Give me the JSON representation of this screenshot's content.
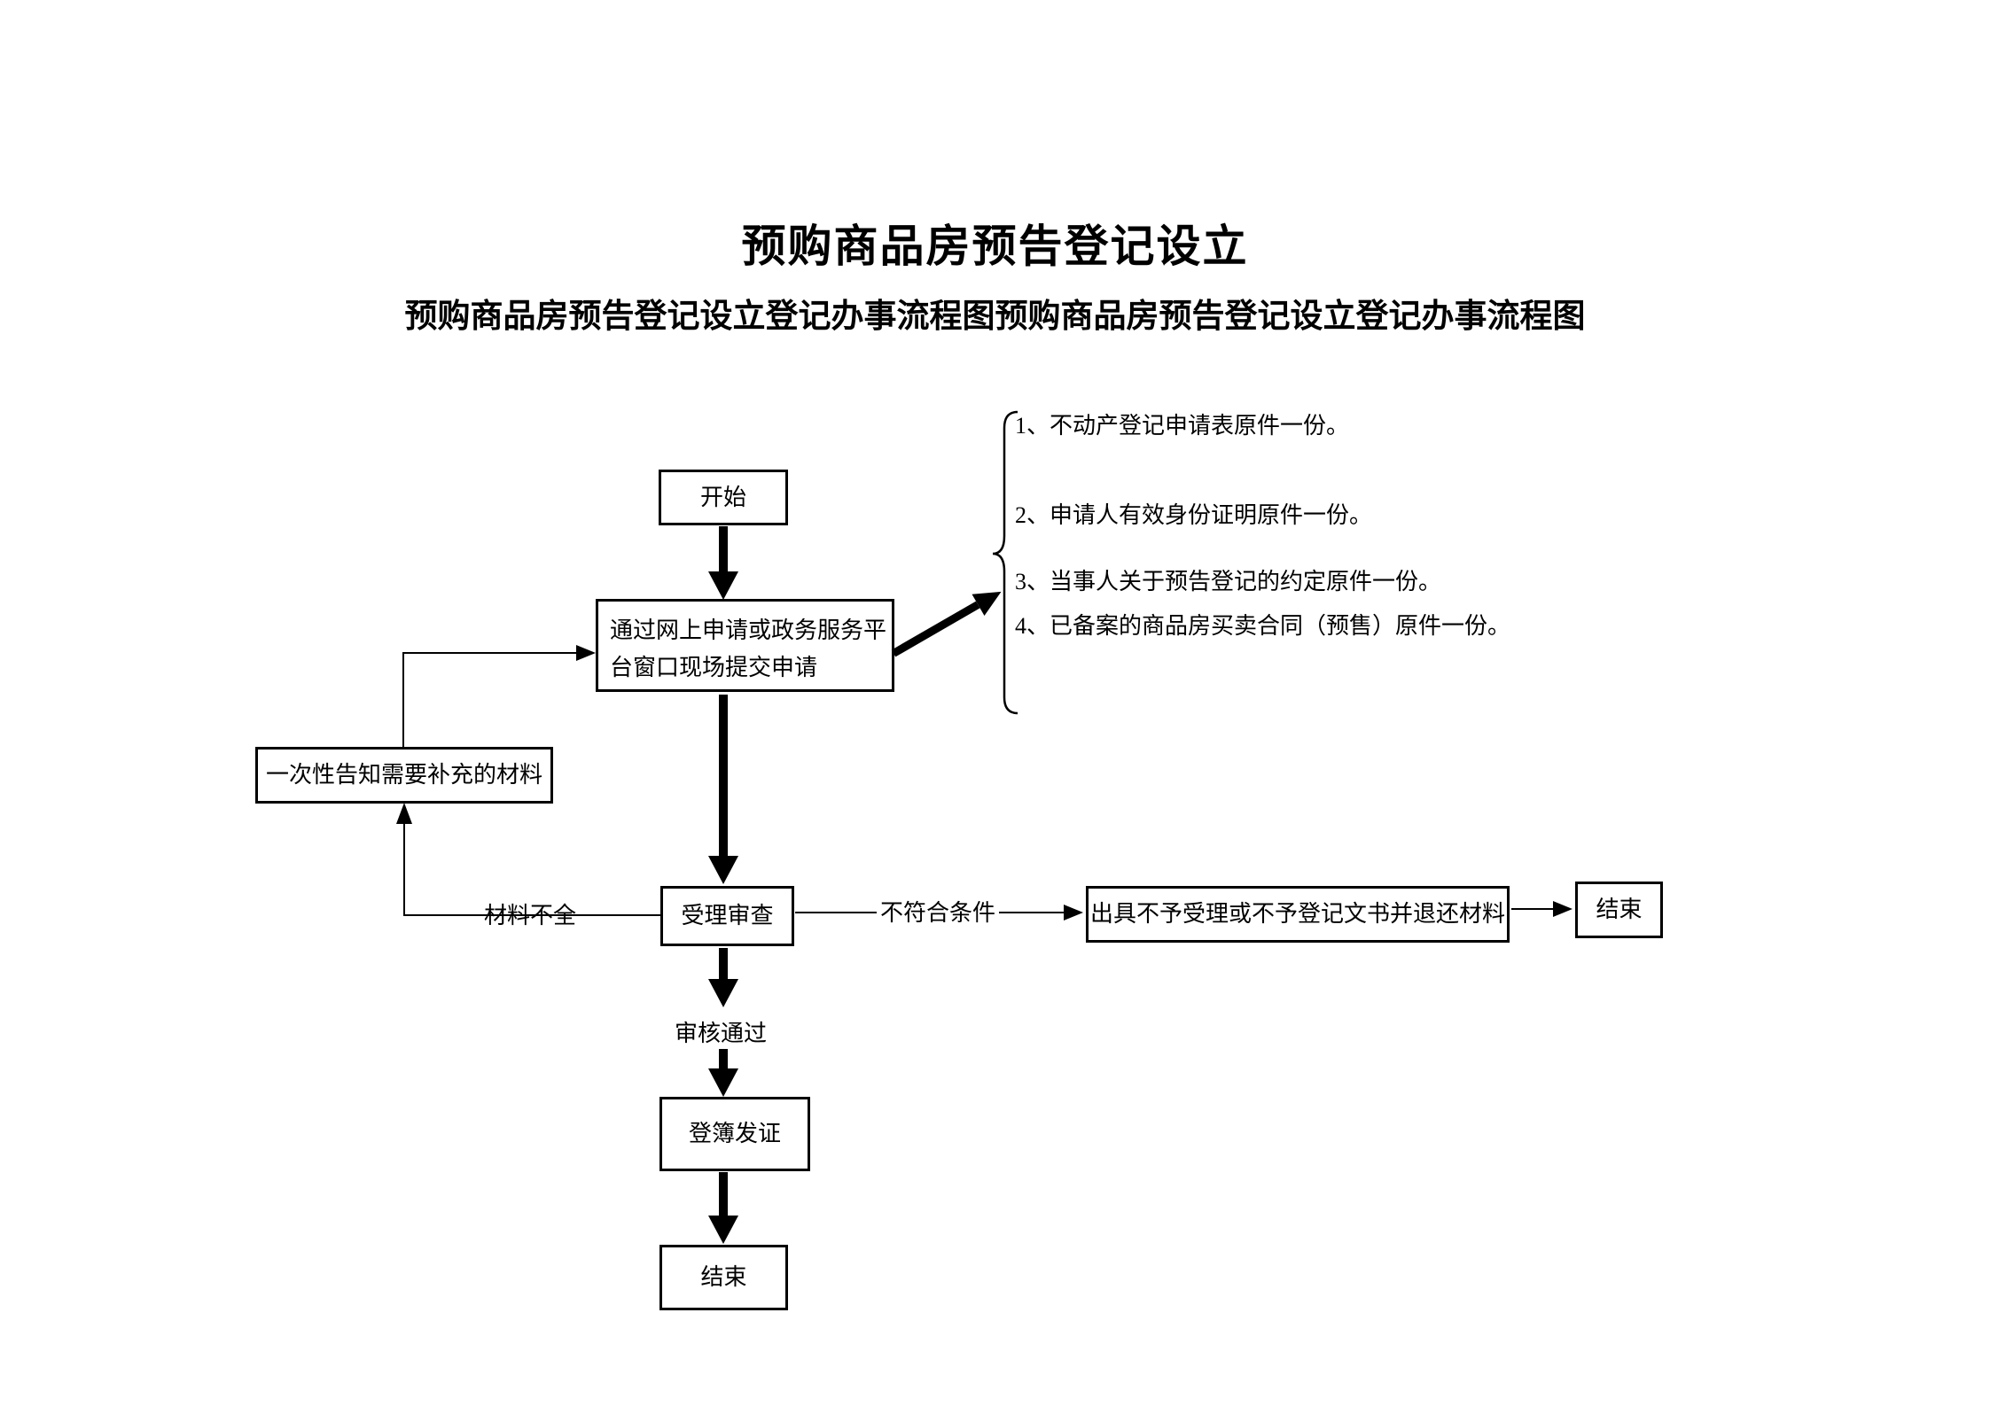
{
  "page": {
    "title": "预购商品房预告登记设立",
    "subtitle": "预购商品房预告登记设立登记办事流程图预购商品房预告登记设立登记办事流程图"
  },
  "flow": {
    "start": "开始",
    "apply": "通过网上申请或政务服务平台窗口现场提交申请",
    "notify_supplement": "一次性告知需要补充的材料",
    "review": "受理审查",
    "reject_document": "出具不予受理或不予登记文书并退还材料",
    "end_reject": "结束",
    "register_issue": "登簿发证",
    "end": "结束"
  },
  "edge_labels": {
    "materials_incomplete": "材料不全",
    "conditions_not_met": "不符合条件",
    "review_passed": "审核通过"
  },
  "materials_list": [
    "1、不动产登记申请表原件一份。",
    "2、申请人有效身份证明原件一份。",
    "3、当事人关于预告登记的约定原件一份。",
    "4、已备案的商品房买卖合同（预售）原件一份。"
  ],
  "colors": {
    "ink": "#000000",
    "background": "#ffffff"
  }
}
